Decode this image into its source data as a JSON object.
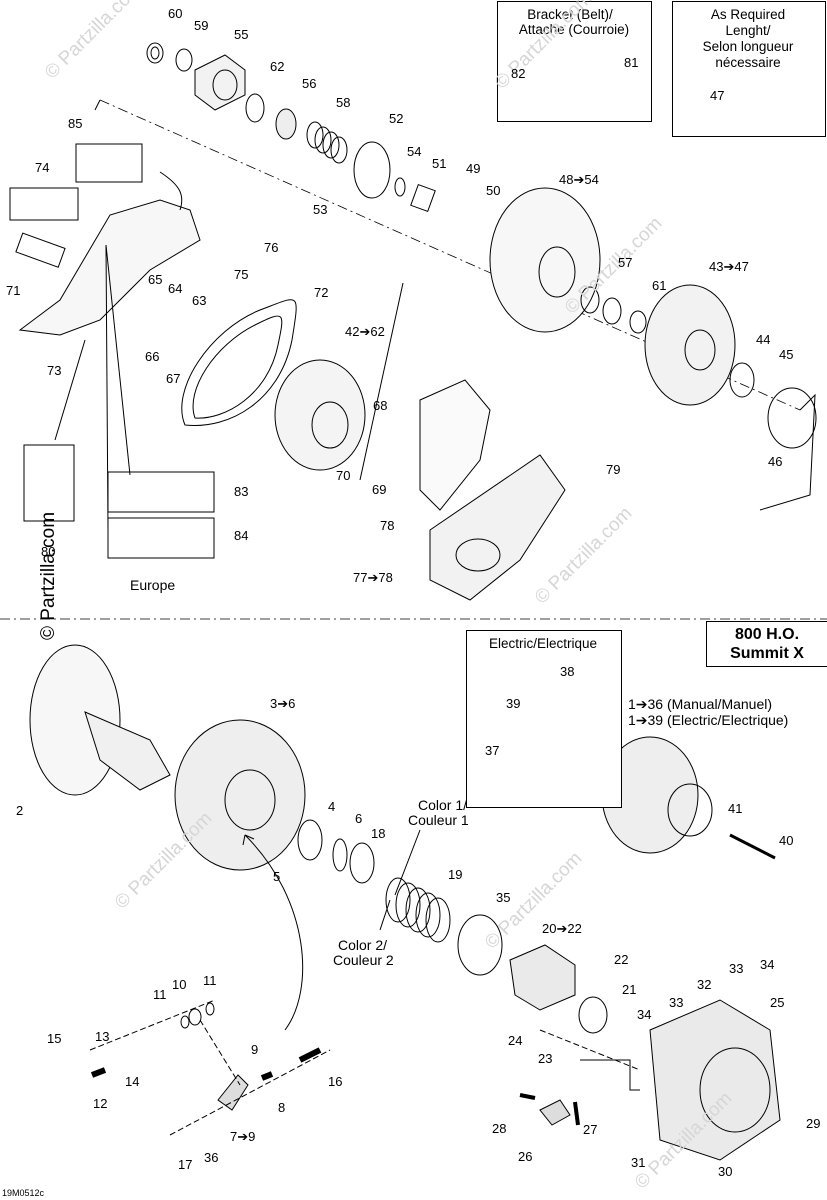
{
  "diagram": {
    "code": "19M0512c",
    "watermark": "© Partzilla.com",
    "model_box": {
      "line1": "800 H.O.",
      "line2": "Summit X"
    },
    "bracket_box": {
      "line1": "Bracket (Belt)/",
      "line2": "Attache (Courroie)"
    },
    "required_box": {
      "line1": "As Required",
      "line2": "Lenght/",
      "line3": "Selon longueur",
      "line4": "nécessaire"
    },
    "electric_box": {
      "title": "Electric/Electrique"
    },
    "europe": "Europe",
    "color1": {
      "line1": "Color 1/",
      "line2": "Couleur 1"
    },
    "color2": {
      "line1": "Color 2/",
      "line2": "Couleur 2"
    },
    "range_manual": "1➔36 (Manual/Manuel)",
    "range_electric": "1➔39 (Electric/Electrique)",
    "callouts": {
      "c60": "60",
      "c59": "59",
      "c55": "55",
      "c62": "62",
      "c56": "56",
      "c58": "58",
      "c52": "52",
      "c54": "54",
      "c51": "51",
      "c49": "49",
      "c50": "50",
      "c53": "53",
      "c48": "48➔54",
      "c82": "82",
      "c81": "81",
      "c47": "47",
      "c85": "85",
      "c74": "74",
      "c76": "76",
      "c75": "75",
      "c71": "71",
      "c65": "65",
      "c64": "64",
      "c63": "63",
      "c66": "66",
      "c67": "67",
      "c73": "73",
      "c72": "72",
      "c42": "42➔62",
      "c57": "57",
      "c61": "61",
      "c43": "43➔47",
      "c44": "44",
      "c45": "45",
      "c46": "46",
      "c68": "68",
      "c70": "70",
      "c69": "69",
      "c79": "79",
      "c80": "80",
      "c83": "83",
      "c84": "84",
      "c78": "78",
      "c77": "77➔78",
      "c3": "3➔6",
      "c2": "2",
      "c4": "4",
      "c6": "6",
      "c18": "18",
      "c5": "5",
      "c19": "19",
      "c35": "35",
      "c20": "20➔22",
      "c22": "22",
      "c21": "21",
      "c38": "38",
      "c39": "39",
      "c37": "37",
      "c41": "41",
      "c40": "40",
      "c11a": "11",
      "c10": "10",
      "c11b": "11",
      "c15": "15",
      "c13": "13",
      "c14": "14",
      "c12": "12",
      "c9": "9",
      "c16": "16",
      "c8": "8",
      "c7": "7➔9",
      "c17": "17",
      "c36": "36",
      "c24": "24",
      "c23": "23",
      "c33a": "33",
      "c34a": "34",
      "c32": "32",
      "c25": "25",
      "c34b": "34",
      "c33b": "33",
      "c28": "28",
      "c27": "27",
      "c26": "26",
      "c29": "29",
      "c31": "31",
      "c30": "30"
    }
  }
}
